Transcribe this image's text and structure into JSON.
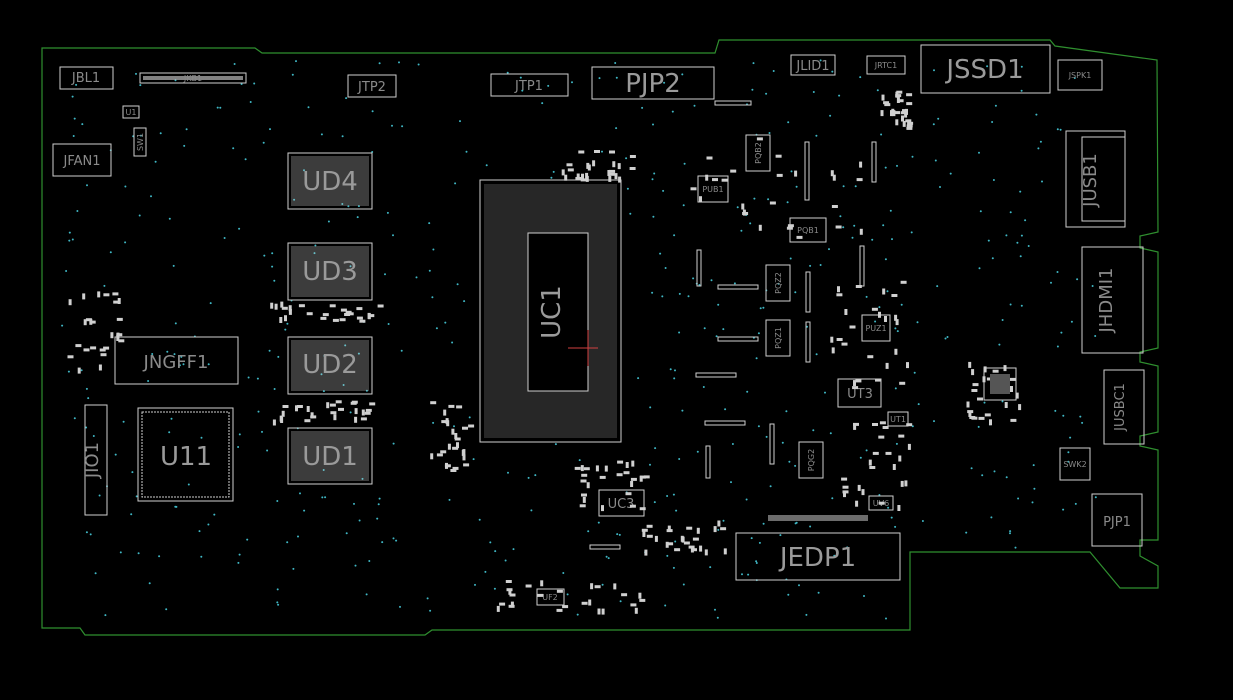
{
  "colors": {
    "background": "#000000",
    "outline": "#2f8f2f",
    "component": "#cfcfcf",
    "label": "#8a8a8a",
    "via": "#3fb7c4"
  },
  "labels": {
    "JBL1": "JBL1",
    "JKB1": "JKB1",
    "JFAN1": "JFAN1",
    "U1": "U1",
    "SW1": "SW1",
    "JTP2": "JTP2",
    "JTP1": "JTP1",
    "PJP2": "PJP2",
    "JLID1": "JLID1",
    "JRTC1": "JRTC1",
    "JSSD1": "JSSD1",
    "JSPK1": "JSPK1",
    "JUSB1": "JUSB1",
    "JHDMI1": "JHDMI1",
    "JUSBC1": "JUSBC1",
    "SWK2": "SWK2",
    "PJP1": "PJP1",
    "UD4": "UD4",
    "UD3": "UD3",
    "UD2": "UD2",
    "UD1": "UD1",
    "UC1": "UC1",
    "JNGFF1": "JNGFF1",
    "U11": "U11",
    "JIO1": "JIO1",
    "UC3": "UC3",
    "UF2": "UF2",
    "UT3": "UT3",
    "JEDP1": "JEDP1",
    "PUB1": "PUB1",
    "PQB1": "PQB1",
    "PQB2": "PQB2",
    "PUZ1": "PUZ1",
    "PQZ1": "PQZ1",
    "PQZ2": "PQZ2",
    "PQG2": "PQG2",
    "UT1": "UT1",
    "UV6": "UV6"
  }
}
